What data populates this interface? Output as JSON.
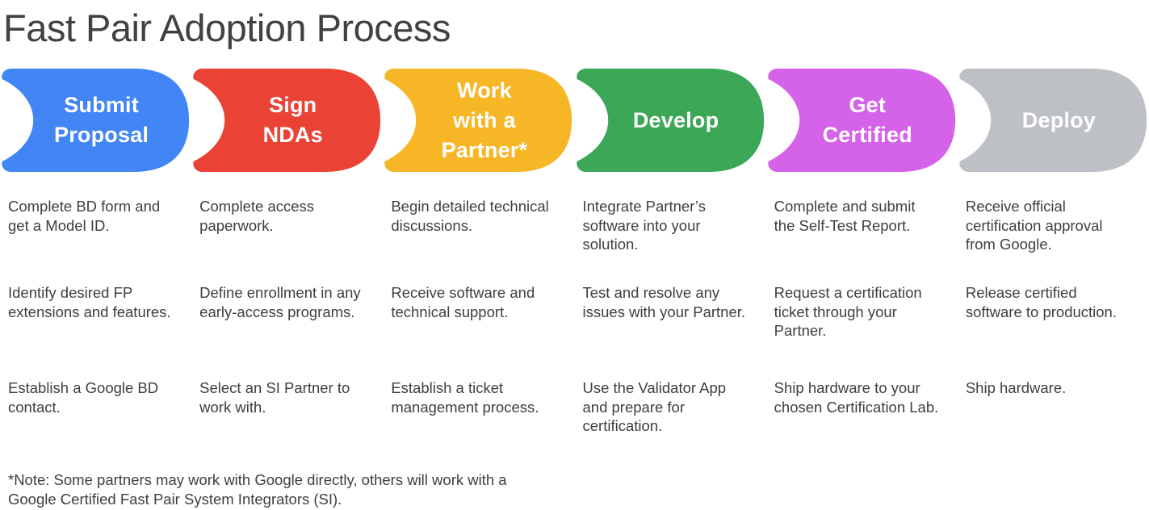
{
  "title": "Fast Pair Adoption Process",
  "note": "*Note: Some partners may work with Google directly, others will work with a Google Certified Fast Pair System Integrators (SI).",
  "stages": [
    {
      "label": "Submit\nProposal",
      "color": "#4285F4",
      "steps": [
        "Complete BD form and get a Model ID.",
        "Identify desired FP extensions and features.",
        "Establish a Google BD contact."
      ]
    },
    {
      "label": "Sign\nNDAs",
      "color": "#EA4335",
      "steps": [
        "Complete access paperwork.",
        "Define enrollment in any early-access programs.",
        "Select an SI Partner to work with."
      ]
    },
    {
      "label": "Work\nwith a\nPartner*",
      "color": "#F6B626",
      "steps": [
        "Begin detailed technical discussions.",
        "Receive software and technical support.",
        "Establish a ticket management process."
      ]
    },
    {
      "label": "Develop",
      "color": "#3BA757",
      "steps": [
        "Integrate Partner’s software into your solution.",
        "Test and resolve any issues with your Partner.",
        "Use the Validator App and prepare for certification."
      ]
    },
    {
      "label": "Get\nCertified",
      "color": "#D563E9",
      "steps": [
        "Complete and submit the Self-Test Report.",
        "Request a certification ticket through your Partner.",
        "Ship hardware to your chosen Certification Lab."
      ]
    },
    {
      "label": "Deploy",
      "color": "#BDC1C6",
      "steps": [
        "Receive official certification approval from Google.",
        "Release certified software to production.",
        "Ship hardware."
      ]
    }
  ]
}
